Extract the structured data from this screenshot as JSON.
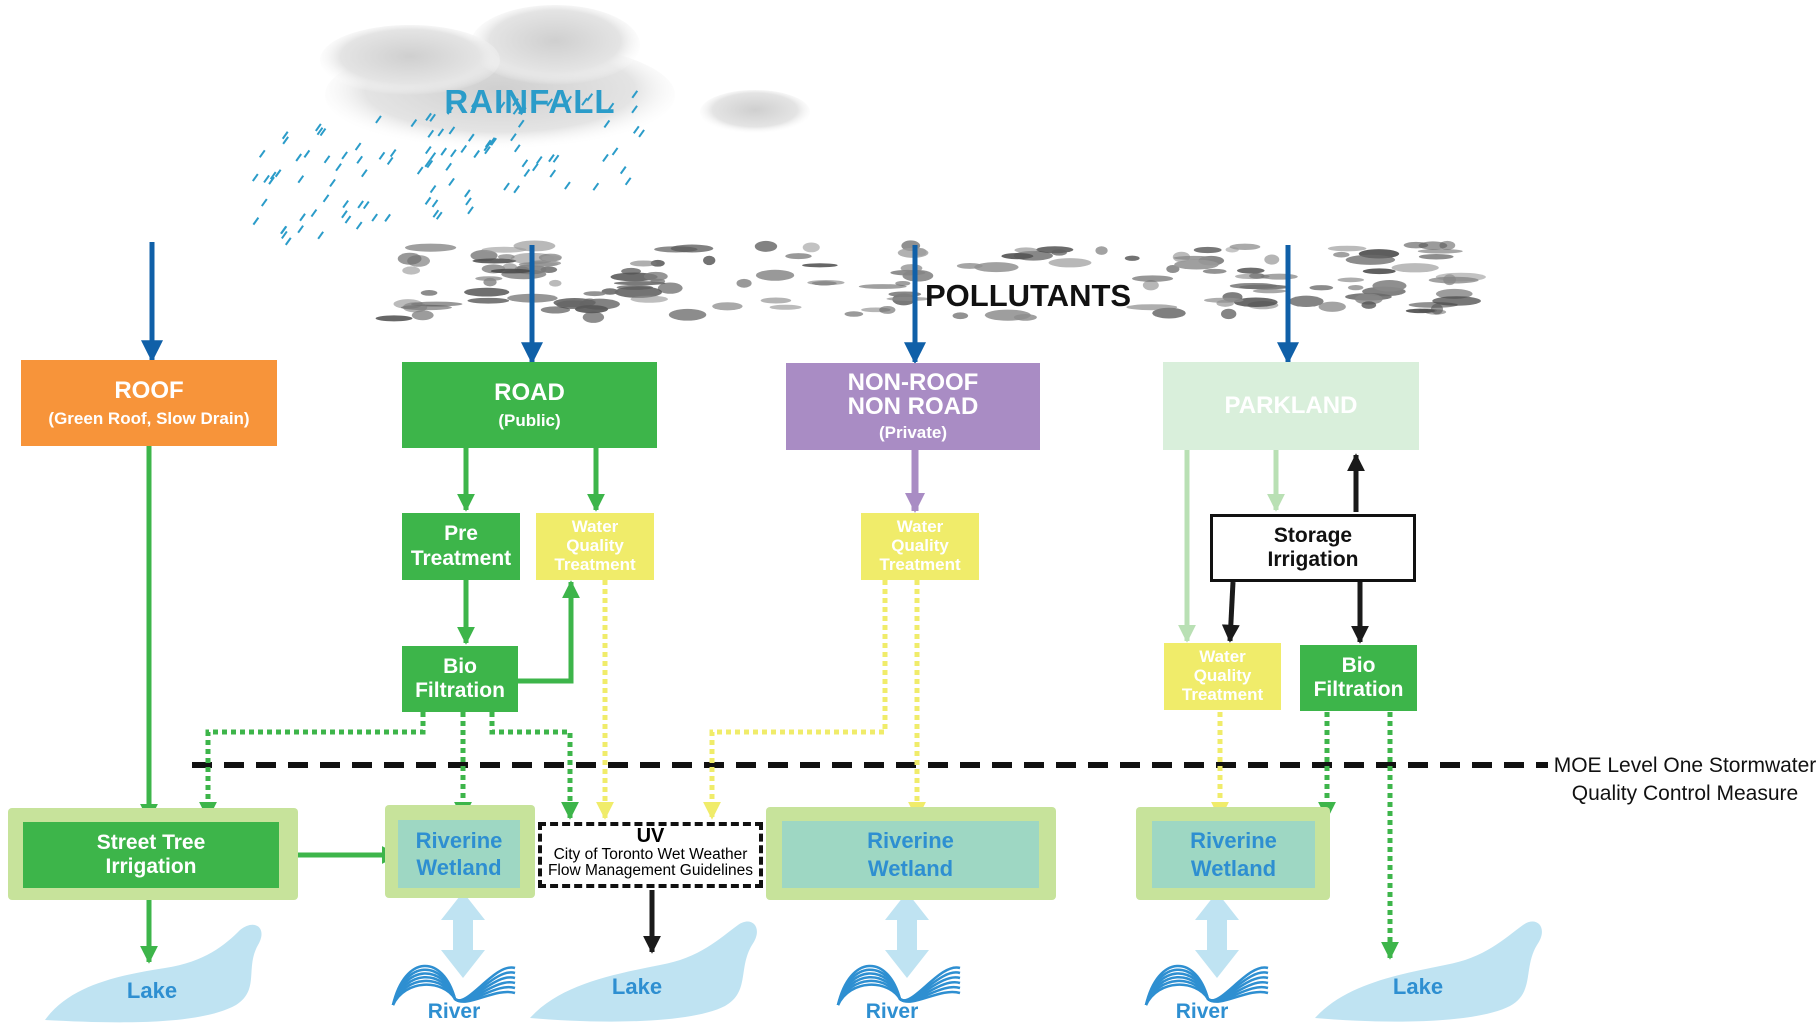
{
  "title": "RAINFALL",
  "pollutants": "POLLUTANTS",
  "roof": {
    "title": "ROOF",
    "sub": "(Green Roof, Slow Drain)"
  },
  "road": {
    "title": "ROAD",
    "sub": "(Public)"
  },
  "nonroof": {
    "line1": "NON-ROOF",
    "line2": "NON ROAD",
    "sub": "(Private)"
  },
  "parkland": {
    "title": "PARKLAND"
  },
  "pre_treatment": {
    "line1": "Pre",
    "line2": "Treatment"
  },
  "water_quality": {
    "line1": "Water",
    "line2": "Quality",
    "line3": "Treatment"
  },
  "bio_filtration": {
    "line1": "Bio",
    "line2": "Filtration"
  },
  "storage": {
    "line1": "Storage",
    "line2": "Irrigation"
  },
  "street_tree": {
    "line1": "Street Tree",
    "line2": "Irrigation"
  },
  "riverine": {
    "line1": "Riverine",
    "line2": "Wetland"
  },
  "uv": {
    "title": "UV",
    "line1": "City of Toronto Wet Weather",
    "line2": "Flow Management Guidelines"
  },
  "moe": {
    "line1": "MOE Level One Stormwater",
    "line2": "Quality Control Measure"
  },
  "lake": "Lake",
  "river": "River",
  "colors": {
    "blue_arrow": "#1060a8",
    "green": "#3db54a",
    "light_green": "#b9e0b4",
    "yellow": "#f0ec6a",
    "purple": "#a98cc4",
    "orange": "#f7943a",
    "parkland": "#d9efdb",
    "frame": "#c7e39b",
    "wetland": "#9ed7c3",
    "water": "#bfe3f2",
    "label_blue": "#2e8fd1",
    "rain": "#2b9cc9"
  }
}
